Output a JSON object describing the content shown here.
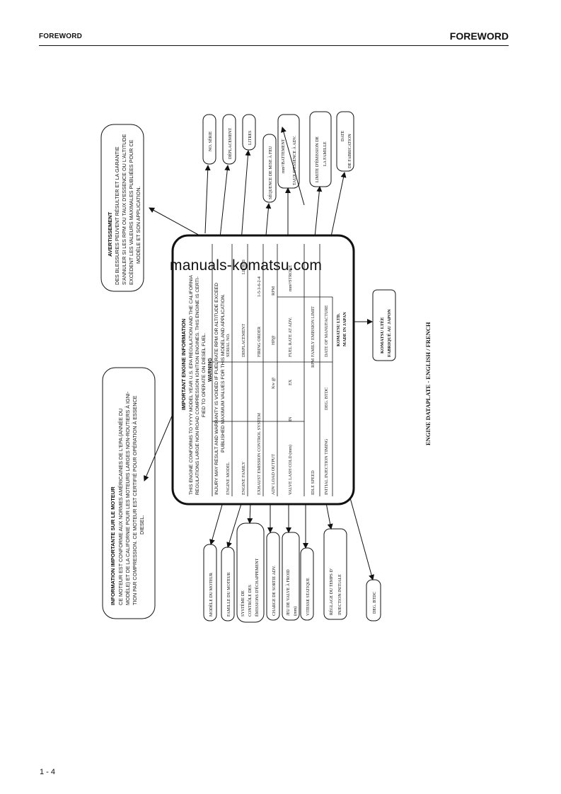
{
  "header": {
    "left": "FOREWORD",
    "right": "FOREWORD"
  },
  "page_number": "1 - 4",
  "watermark": "manuals-komatsu.com",
  "caption": "ENGINE DATAPLATE - ENGLISH / FRENCH",
  "plate": {
    "title": "IMPORTANT ENGINE INFORMATION",
    "conformity": [
      "THIS ENGINE CONFORMS TO YYYY MODEL YEAR U.S. EPA REGULATION AND THE CALIFORNIA",
      "REGULATIONS LARGE NON ROAD COMPRESSION IGNITION ENGINES. THIS ENGINE IS CERTI-",
      "FIED TO OPERATE ON DIESEL FUEL."
    ],
    "warning_title": "WARNING",
    "warning": [
      "INJURY MAY RESULT AND WARRANTY IS VOIDED IF FUEL RATE RPM OR ALTITUDE EXCEED",
      "PUBLISHED MAXIMUM VALUES FOR THIS MODEL AND APPLICATION."
    ],
    "labels": {
      "engine_model": "ENGINE MODEL",
      "serial_no": "SERIAL NO.",
      "engine_family": "ENGINE FAMILY",
      "displacement": "DISPLACEMENT",
      "litres": "LITRES",
      "exhaust": "EXHAUST EMISSION CONTROL SYSTEM",
      "firing_order": "FIRING ORDER",
      "firing_value": "1-5-3-6-2-4",
      "adv_load_output": "ADV LOAD OUTPUT",
      "kw": "Kw @",
      "hp": "HP@",
      "rpm": "RPM",
      "valve_lash": "VALVE LASH COLD (mm)",
      "in": "IN",
      "ex": "EX",
      "fuel_rate": "FUEL RATE AT ADV.",
      "per_stroke": "mm³/STROKE",
      "idle_speed": "IDLE SPEED",
      "rpm2": "RPM",
      "family_emission_limit": "FAMILY EMISSION LIMIT",
      "initial_injection": "INITIAL INJECTION TIMING",
      "deg_btdc": "DEG. BTDC",
      "date_of_manufacture": "DATE OF MANUFACTURE",
      "maker1": "KOMATSU LTD.",
      "maker2": "MADE IN JAPAN"
    }
  },
  "fr_info": {
    "title": "INFORMATION IMPORTANTE SUR LE MOTEUR",
    "lines": [
      "CE MOTEUR EST CONFORME AUX NORMES AMÉRICAINES DE L'EPA (ANNÉE DU",
      "MODÈLE) ET DE LA CALIFORNIE POUR LES MOTEURS LARGES NON-ROUTIERS À IGNI-",
      "TION PAR COMPRESSION. CE MOTEUR EST CERTIFIÉ POUR OPÉRATION À ESSENCE",
      "DIESEL."
    ]
  },
  "fr_warning": {
    "title": "AVERTISSEMENT",
    "lines": [
      "DES BLESSURES PEUVENT RÉSULTER ET LA GARANTIE",
      "S'ANNULER SI LES RPM OU TAUX D'ESSENCE OU L'ALTITUDE",
      "EXCÈDENT LES VALEURS MAXIMALES PUBLIÉES POUR CE",
      "MODÈLE ET SON APPLICATION."
    ]
  },
  "fr_maker": [
    "KOMATSU LTÉE",
    "FABRIQUÉ AU JAPON"
  ],
  "callouts_top": [
    [
      "NO. SÉRIE"
    ],
    [
      "DÉPLACEMENT"
    ],
    [
      "LITRES"
    ],
    [
      "SÉQUENCE DE MISE À FEU"
    ],
    [
      "mm³/BATTEMENT",
      "TAUX D'ESSENCE À ADV."
    ],
    [
      "LIMITE D'ÉMISSION DE",
      "LA FAMILLE"
    ],
    [
      "DATE",
      "DE FABRICATION"
    ]
  ],
  "callouts_bottom": [
    [
      "MODÈLE DU MOTEUR"
    ],
    [
      "FAMILLE DU MOTEUR"
    ],
    [
      "SYSTÈME DE",
      "CONTRÔLE DES",
      "ÉMISSIONS D'ÉCHAPPEMENT"
    ],
    [
      "CHARGE DE SORTIE ADV."
    ],
    [
      "JEU DE VALVE À FROID",
      "(mm)"
    ],
    [
      "VITESSE STATIQUE"
    ],
    [
      "RÉGLAGE DU TEMPS D'",
      "INJECTION INITIALE"
    ],
    [
      "DEG. BTDC"
    ]
  ]
}
